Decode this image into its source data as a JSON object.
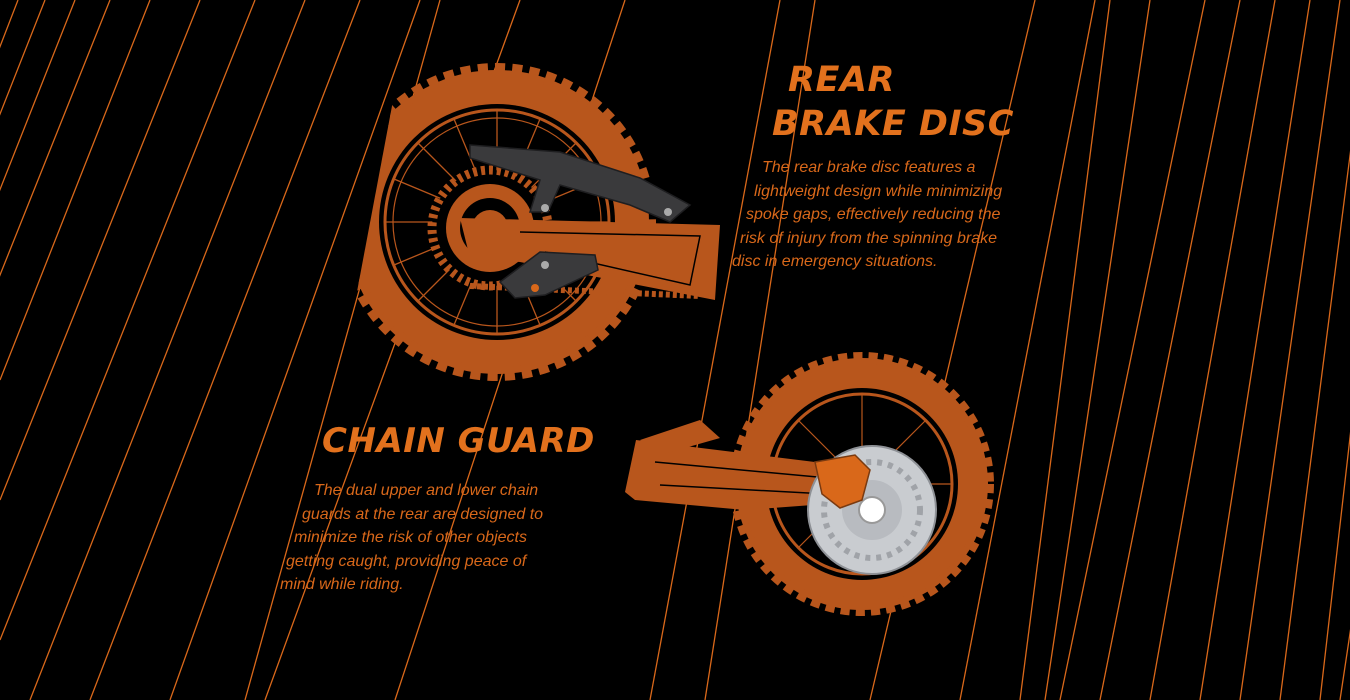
{
  "brake": {
    "title_lines": [
      "REAR",
      "BRAKE DISC"
    ],
    "description_lines": [
      "The rear brake disc features a",
      "lightweight design while minimizing",
      "spoke gaps, effectively reducing the",
      "risk of injury from the spinning brake",
      "disc in emergency situations."
    ]
  },
  "chain": {
    "title": "CHAIN GUARD",
    "description_lines": [
      "The dual upper and lower chain",
      "guards at the rear are designed to",
      "minimize the risk of other objects",
      "getting caught, providing peace of",
      "mind while riding."
    ]
  },
  "colors": {
    "accent": "#e2711d",
    "illustration": "#b8561c",
    "background": "#000000",
    "metal": "#3a3a3c",
    "disc": "#c9ccd0"
  },
  "images": {
    "top_illustration": "rear-wheel-with-chain-guard",
    "bottom_illustration": "rear-wheel-with-brake-disc"
  }
}
